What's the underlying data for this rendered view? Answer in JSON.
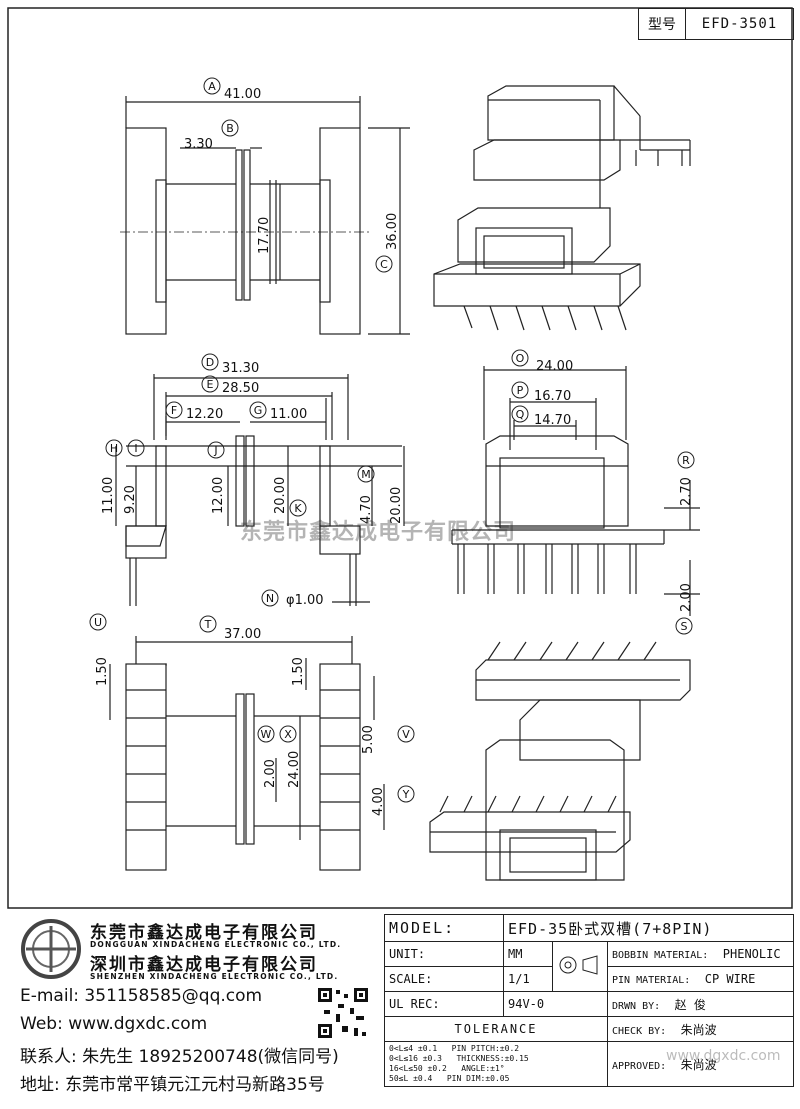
{
  "title_block": {
    "key": "型号",
    "value": "EFD-3501"
  },
  "dims": {
    "A": "41.00",
    "B": "3.30",
    "C": "36.00",
    "D": "31.30",
    "E": "28.50",
    "F": "12.20",
    "G": "11.00",
    "H": "11.00",
    "I": "9.20",
    "J": "12.00",
    "K": "20.00",
    "M": "4.70",
    "M2": "20.00",
    "N": "φ1.00",
    "O": "24.00",
    "P": "16.70",
    "Q": "14.70",
    "R": "2.70",
    "S": "2.00",
    "T": "37.00",
    "U": "1.50",
    "U2": "1.50",
    "V": "5.00",
    "W": "2.00",
    "X": "24.00",
    "Y": "4.00",
    "core": "17.70"
  },
  "letters": [
    "A",
    "B",
    "C",
    "D",
    "E",
    "F",
    "G",
    "H",
    "I",
    "J",
    "K",
    "M",
    "N",
    "O",
    "P",
    "Q",
    "R",
    "S",
    "T",
    "U",
    "V",
    "W",
    "X",
    "Y"
  ],
  "watermark": "东莞市鑫达成电子有限公司",
  "watermark2": "www.dgxdc.com",
  "company": {
    "name_dg": "东莞市鑫达成电子有限公司",
    "en_dg": "DONGGUAN XINDACHENG ELECTRONIC CO., LTD.",
    "name_sz": "深圳市鑫达成电子有限公司",
    "en_sz": "SHENZHEN XINDACHENG ELECTRONIC CO., LTD.",
    "email": "E-mail: 351158585@qq.com",
    "web": "Web: www.dgxdc.com",
    "contact": "联系人: 朱先生 18925200748(微信同号)",
    "address": "地址: 东莞市常平镇元江元村马新路35号"
  },
  "table": {
    "model_label": "MODEL:",
    "model_value": "EFD-35卧式双槽(7+8PIN)",
    "unit_label": "UNIT:",
    "unit_value": "MM",
    "scale_label": "SCALE:",
    "scale_value": "1/1",
    "ulrec_label": "UL REC:",
    "ulrec_value": "94V-0",
    "tolerance_label": "TOLERANCE",
    "bobbin_label": "BOBBIN MATERIAL:",
    "bobbin_value": "PHENOLIC",
    "pin_label": "PIN MATERIAL:",
    "pin_value": "CP WIRE",
    "drwn_label": "DRWN BY:",
    "drwn_value": "赵 俊",
    "check_label": "CHECK BY:",
    "check_value": "朱尚波",
    "approved_label": "APPROVED:",
    "approved_value": "朱尚波",
    "tol_rows": [
      [
        "0<L≤4",
        "±0.1",
        "PIN PITCH:±0.2"
      ],
      [
        "0<L≤16",
        "±0.3",
        "THICKNESS:±0.15"
      ],
      [
        "16<L≤50",
        "±0.2",
        "ANGLE:±1°"
      ],
      [
        "50≤L",
        "±0.4",
        "PIN DIM:±0.05"
      ]
    ]
  }
}
